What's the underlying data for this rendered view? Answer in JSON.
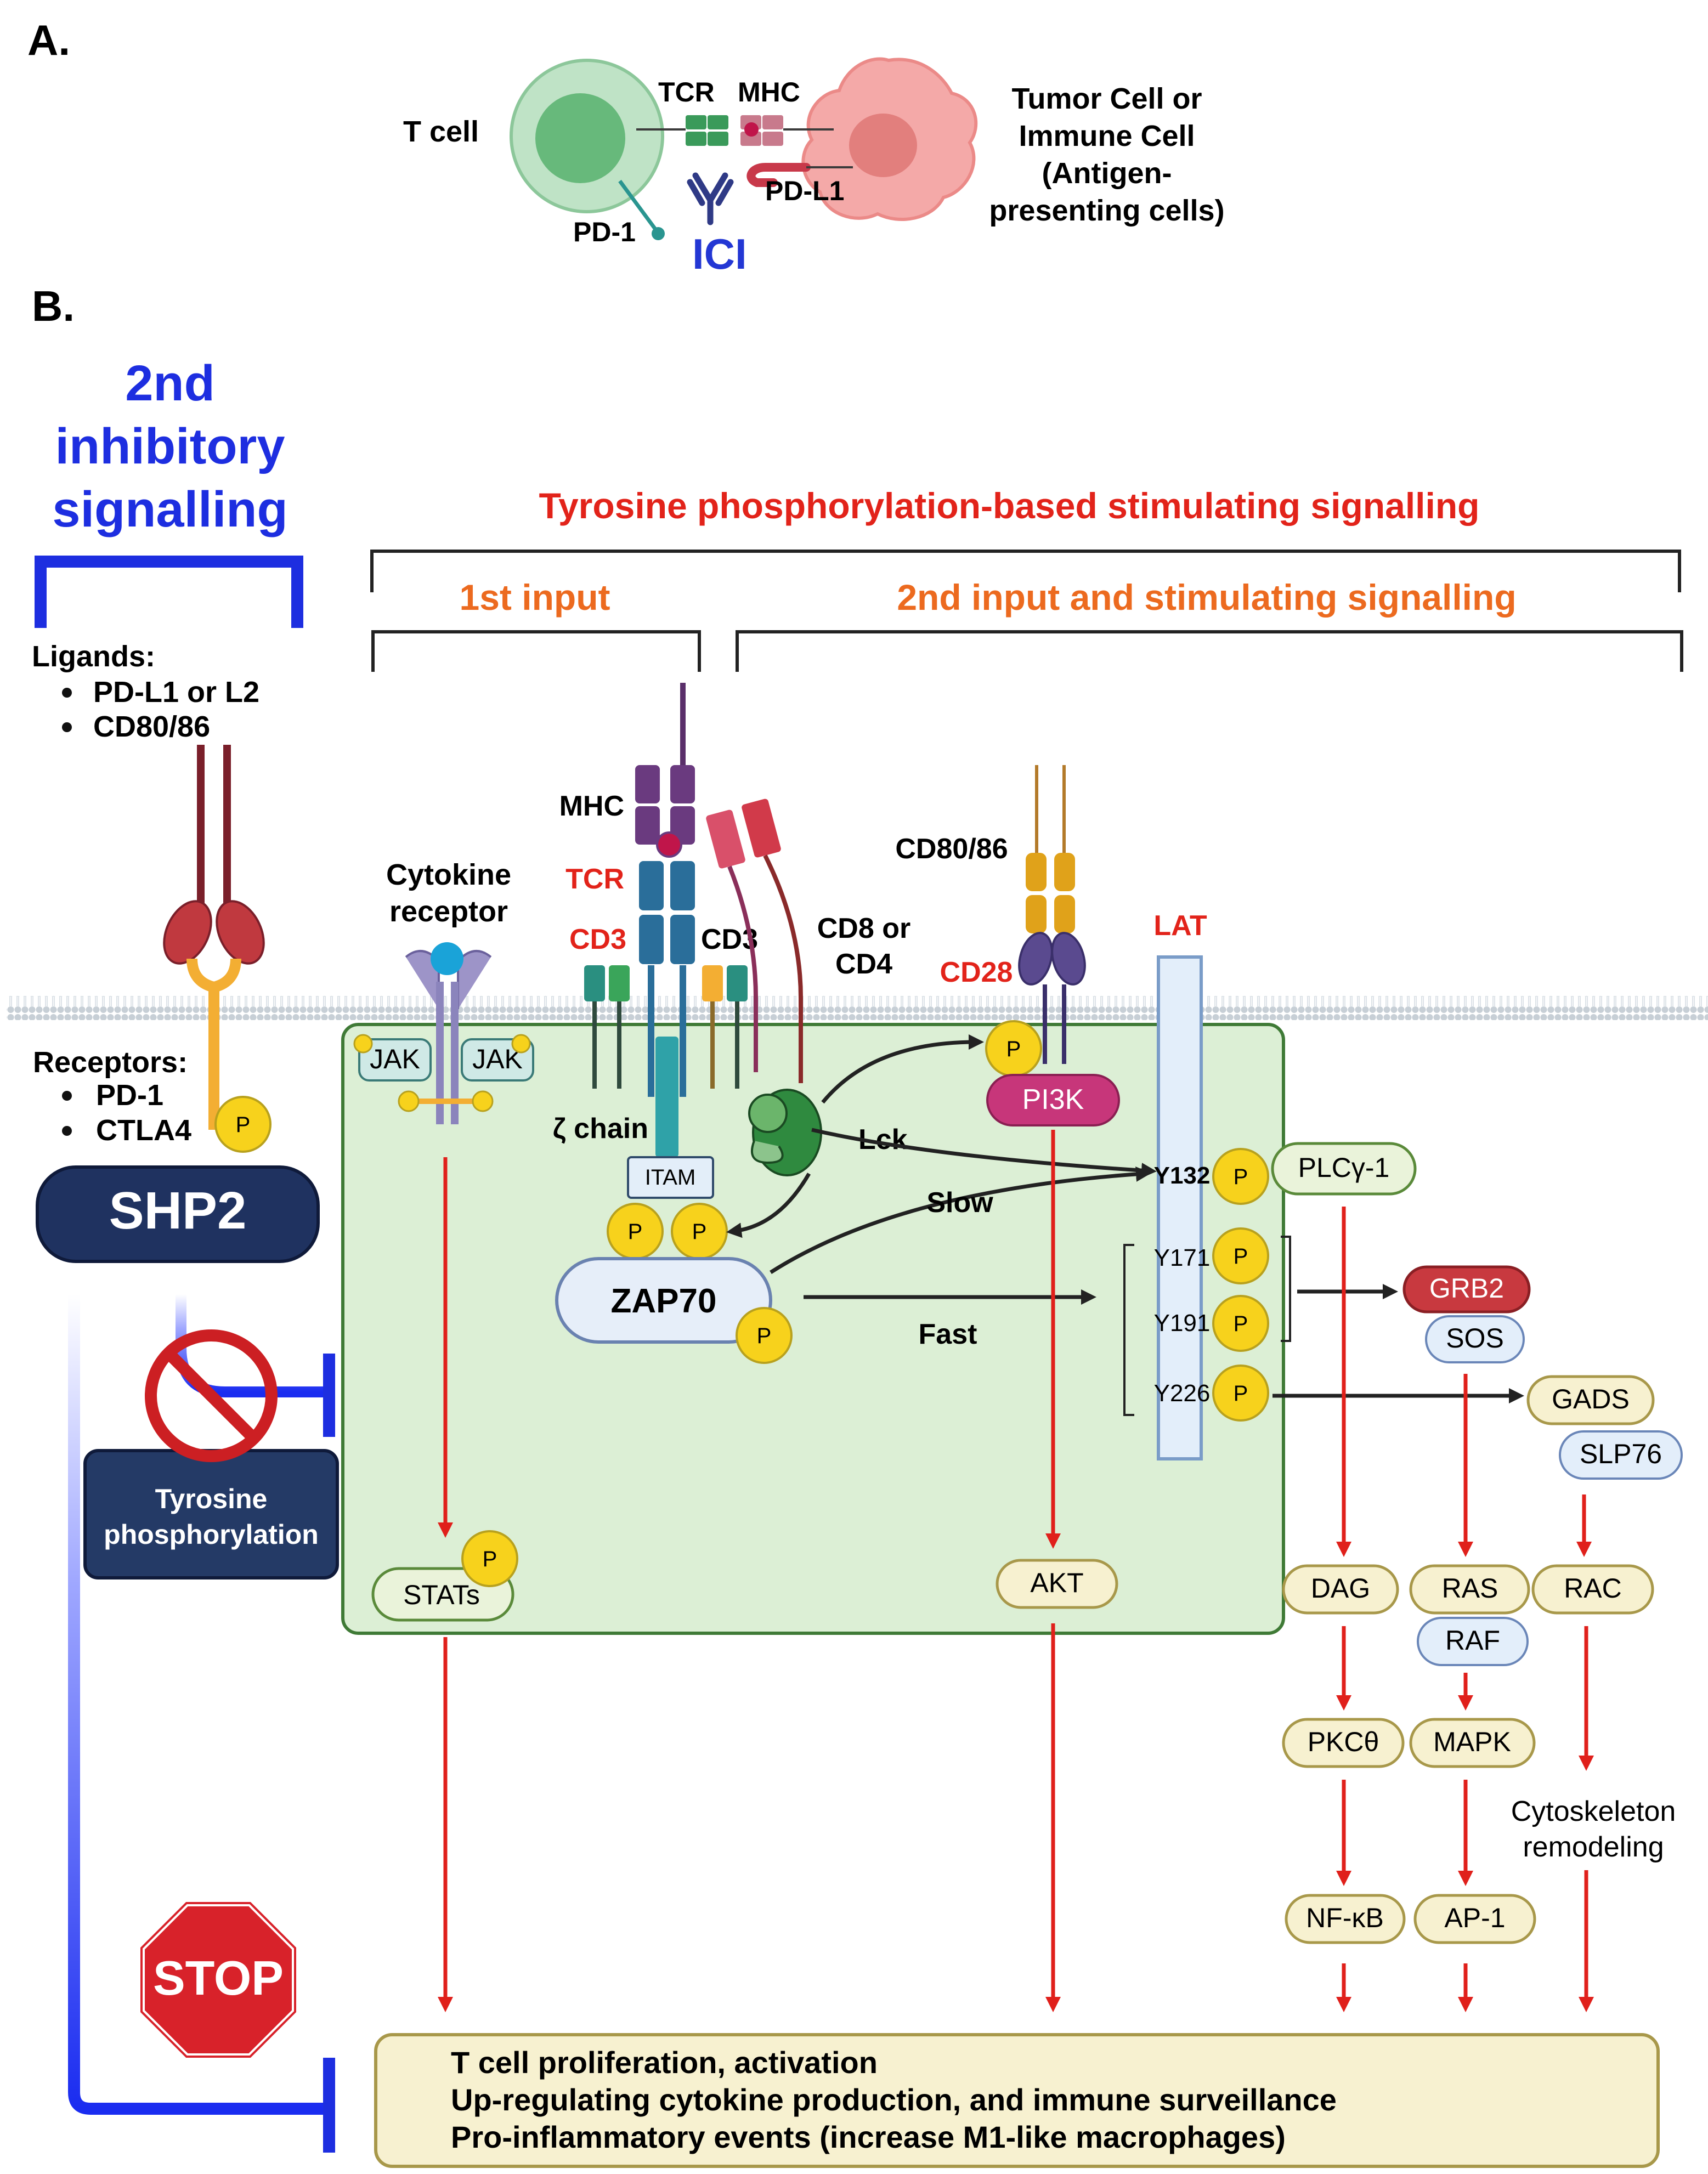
{
  "panel_a": {
    "label": "A.",
    "t_cell": "T cell",
    "tcr": "TCR",
    "mhc": "MHC",
    "pd1": "PD-1",
    "pdl1": "PD-L1",
    "ici": "ICI",
    "target_lines": [
      "Tumor Cell or",
      "Immune Cell",
      "(Antigen-",
      "presenting cells)"
    ]
  },
  "panel_b": {
    "label": "B.",
    "inhibitory_title": [
      "2nd",
      "inhibitory",
      "signalling"
    ],
    "stimulating_title": "Tyrosine phosphorylation-based stimulating signalling",
    "first_input": "1st input",
    "second_input": "2nd input and stimulating signalling",
    "ligands_heading": "Ligands:",
    "ligands": [
      "PD-L1 or L2",
      "CD80/86"
    ],
    "receptors_heading": "Receptors:",
    "receptors": [
      "PD-1",
      "CTLA4"
    ],
    "shp2": "SHP2",
    "tyrosine_box": [
      "Tyrosine",
      "phosphorylation"
    ],
    "stop": "STOP",
    "p": "P",
    "membrane": {
      "cytokine_receptor": [
        "Cytokine",
        "receptor"
      ],
      "jak": "JAK",
      "mhc": "MHC",
      "tcr": "TCR",
      "cd3": "CD3",
      "cd8_cd4": [
        "CD8 or",
        "CD4"
      ],
      "cd80_86": "CD80/86",
      "cd28": "CD28",
      "lat": "LAT",
      "zeta_chain": "ζ chain",
      "itam": "ITAM",
      "lck": "Lck",
      "zap70": "ZAP70",
      "pi3k": "PI3K",
      "slow": "Slow",
      "fast": "Fast",
      "stats": "STATs",
      "akt": "AKT"
    },
    "lat_sites": [
      "Y132",
      "Y171",
      "Y191",
      "Y226"
    ],
    "pathway": {
      "plcg1": "PLCγ-1",
      "grb2": "GRB2",
      "sos": "SOS",
      "gads": "GADS",
      "slp76": "SLP76",
      "dag": "DAG",
      "ras": "RAS",
      "raf": "RAF",
      "rac": "RAC",
      "pkc": "PKCθ",
      "mapk": "MAPK",
      "cytoskeleton": [
        "Cytoskeleton",
        "remodeling"
      ],
      "nfkb": "NF-κB",
      "ap1": "AP-1"
    },
    "outcome_lines": [
      "T cell proliferation, activation",
      "Up-regulating cytokine production, and immune surveillance",
      "Pro-inflammatory events (increase M1-like macrophages)"
    ]
  }
}
